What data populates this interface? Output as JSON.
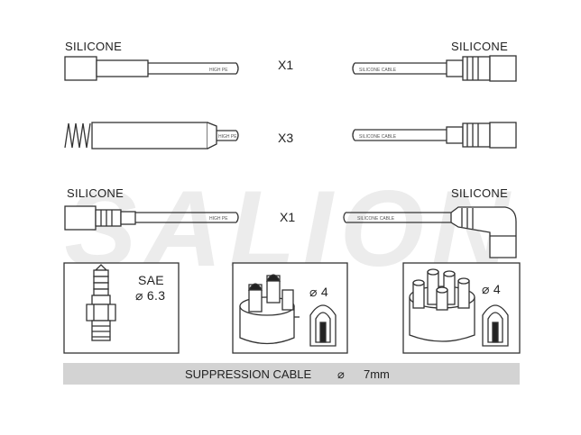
{
  "labels": {
    "silicone_top_left": "SILICONE",
    "silicone_top_right": "SILICONE",
    "silicone_mid_left": "SILICONE",
    "silicone_mid_right": "SILICONE"
  },
  "quantities": {
    "row1": "X1",
    "row2": "X3",
    "row3": "X1"
  },
  "cable_print": {
    "left_text": "HIGH PE",
    "right_text": "SILICONE CABLE"
  },
  "watermark": "SALION",
  "boxes": {
    "plug": {
      "standard": "SAE",
      "size": "⌀ 6.3"
    },
    "distributor_2": {
      "size": "⌀ 4"
    },
    "distributor_4": {
      "size": "⌀ 4"
    }
  },
  "footer": {
    "label": "SUPPRESSION CABLE",
    "symbol": "⌀",
    "value": "7mm"
  },
  "colors": {
    "line": "#333333",
    "footer_bg": "#d3d3d3",
    "watermark": "#e9e9e9"
  }
}
